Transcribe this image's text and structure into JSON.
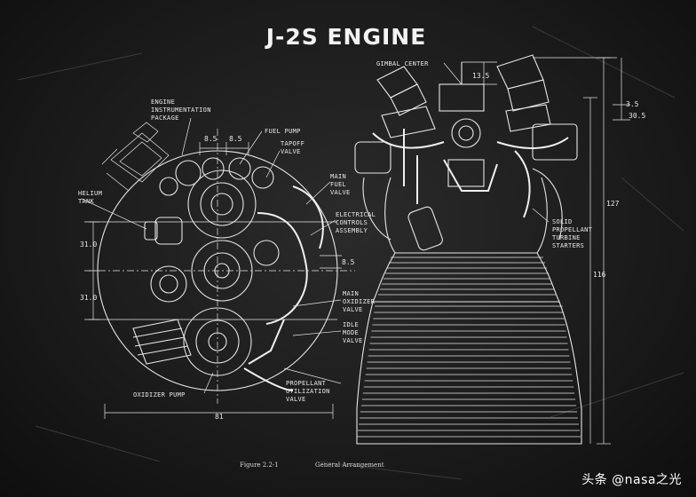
{
  "title": "J-2S ENGINE",
  "labels": {
    "gimbal_center": "GIMBAL CENTER",
    "engine_instr_1": "ENGINE",
    "engine_instr_2": "INSTRUMENTATION",
    "engine_instr_3": "PACKAGE",
    "fuel_pump": "FUEL PUMP",
    "tapoff_1": "TAPOFF",
    "tapoff_2": "VALVE",
    "main_fuel_1": "MAIN",
    "main_fuel_2": "FUEL",
    "main_fuel_3": "VALVE",
    "electrical_1": "ELECTRICAL",
    "electrical_2": "CONTROLS",
    "electrical_3": "ASSEMBLY",
    "helium_1": "HELIUM",
    "helium_2": "TANK",
    "main_ox_1": "MAIN",
    "main_ox_2": "OXIDIZER",
    "main_ox_3": "VALVE",
    "idle_1": "IDLE",
    "idle_2": "MODE",
    "idle_3": "VALVE",
    "propellant_1": "PROPELLANT",
    "propellant_2": "UTILIZATION",
    "propellant_3": "VALVE",
    "oxidizer_pump": "OXIDIZER PUMP",
    "solid_1": "SOLID",
    "solid_2": "PROPELLANT",
    "solid_3": "TURBINE",
    "solid_4": "STARTERS"
  },
  "dimensions": {
    "d_8_5_a": "8.5",
    "d_8_5_b": "8.5",
    "d_31_0_a": "31.0",
    "d_31_0_b": "31.0",
    "d_8_5_c": "8.5",
    "d_81": "81",
    "d_13_5": "13.5",
    "d_3_5": "3.5",
    "d_30_5": "30.5",
    "d_127": "127",
    "d_116": "116"
  },
  "caption_figure": "Figure 2.2-1",
  "caption_text": "General Arrangement",
  "watermark": "头条 @nasa之光",
  "colors": {
    "background": "#1c1c1c",
    "ink": "#e6e6e6"
  }
}
